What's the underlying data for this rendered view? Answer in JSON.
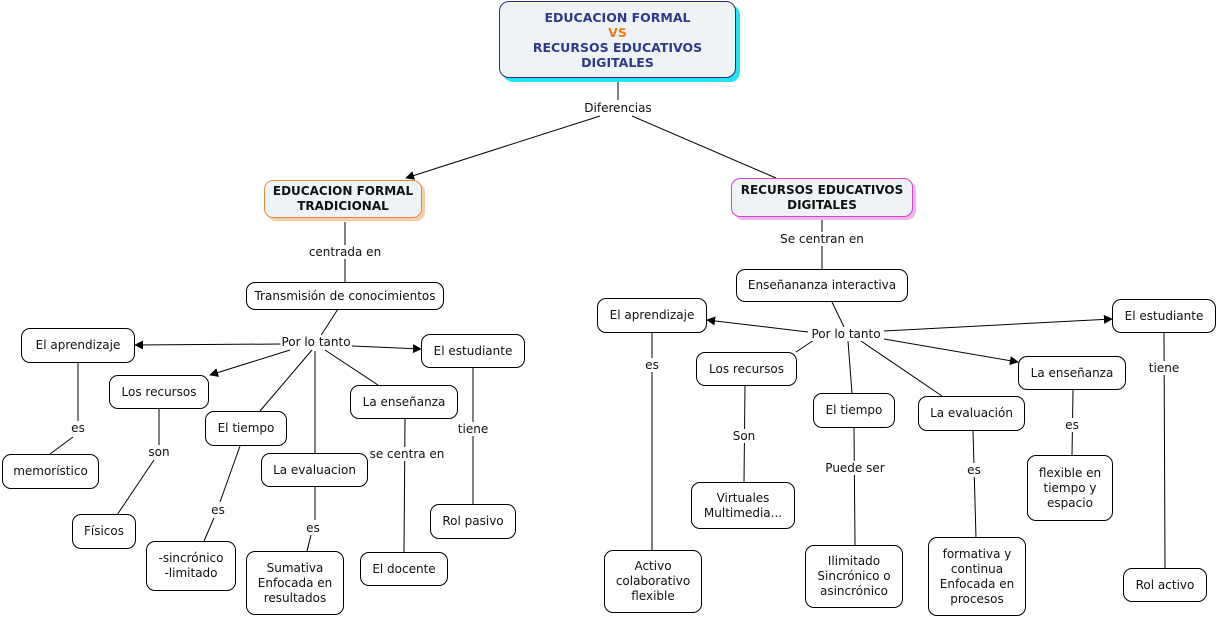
{
  "root": {
    "line1": "EDUCACION FORMAL",
    "vs": "VS",
    "line2": "RECURSOS EDUCATIVOS",
    "line3": "DIGITALES",
    "colors": {
      "text": "#2e3a87",
      "vs": "#f07b16",
      "shadow": "#22e3f0"
    }
  },
  "root_link": "Diferencias",
  "left": {
    "head": "EDUCACION FORMAL\nTRADICIONAL",
    "head_link": "centrada en",
    "center": "Transmisión de conocimientos",
    "hub": "Por lo tanto",
    "branches": {
      "aprendizaje": {
        "label": "El aprendizaje",
        "link": "es",
        "target": "memorístico"
      },
      "recursos": {
        "label": "Los recursos",
        "link": "son",
        "target": "Físicos"
      },
      "tiempo": {
        "label": "El tiempo",
        "link": "es",
        "target": "-sincrónico\n-limitado"
      },
      "evaluacion": {
        "label": "La evaluacion",
        "link": "es",
        "target": "Sumativa\nEnfocada en\nresultados"
      },
      "ensenanza": {
        "label": "La enseñanza",
        "link": "se centra en",
        "target": "El docente"
      },
      "estudiante": {
        "label": "El estudiante",
        "link": "tiene",
        "target": "Rol pasivo"
      }
    },
    "colors": {
      "border": "#e58a3c"
    }
  },
  "right": {
    "head": "RECURSOS EDUCATIVOS\nDIGITALES",
    "head_link": "Se centran en",
    "center": "Enseñananza interactiva",
    "hub": "Por lo tanto",
    "branches": {
      "aprendizaje": {
        "label": "El aprendizaje",
        "link": "es",
        "target": "Activo\ncolaborativo\nflexible"
      },
      "recursos": {
        "label": "Los recursos",
        "link": "Son",
        "target": "Virtuales\nMultimedia..."
      },
      "tiempo": {
        "label": "El tiempo",
        "link": "Puede ser",
        "target": "Ilimitado\nSincrónico o\nasincrónico"
      },
      "evaluacion": {
        "label": "La evaluación",
        "link": "es",
        "target": "formativa y\ncontinua\nEnfocada en\nprocesos"
      },
      "ensenanza": {
        "label": "La enseñanza",
        "link": "es",
        "target": "flexible en\ntiempo y\nespacio"
      },
      "estudiante": {
        "label": "El estudiante",
        "link": "tiene",
        "target": "Rol activo"
      }
    },
    "colors": {
      "border": "#d641d6"
    }
  }
}
